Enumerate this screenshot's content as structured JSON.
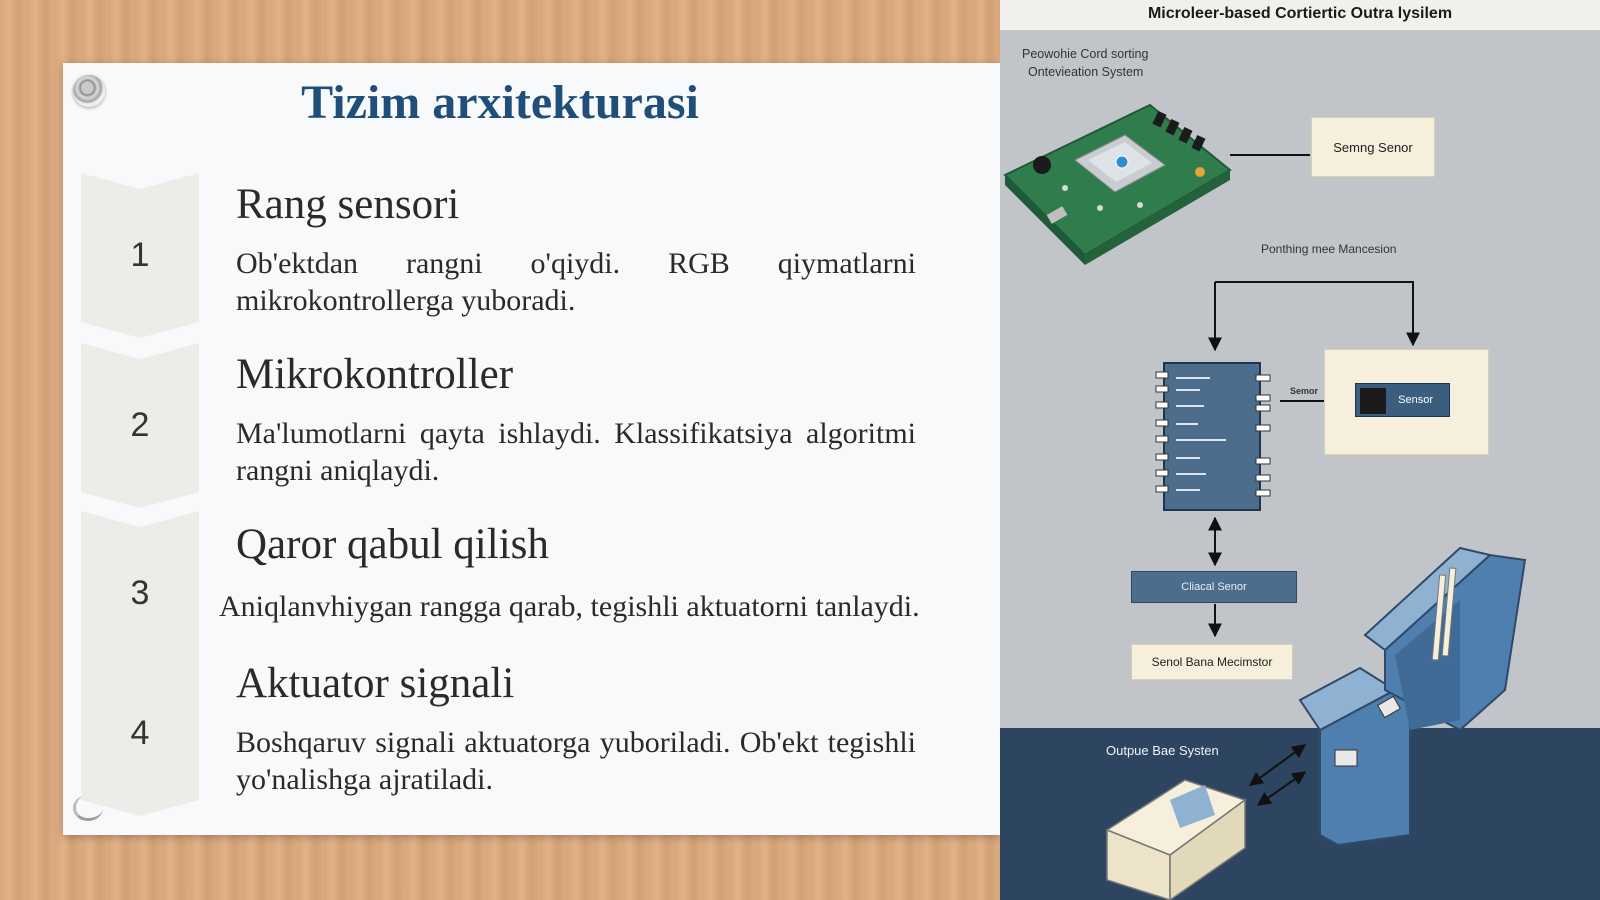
{
  "slide": {
    "title": "Tizim arxitekturasi",
    "steps": [
      {
        "number": "1",
        "heading": "Rang sensori",
        "description": "Ob'ektdan rangni o'qiydi. RGB qiymatlarni mikrokontrollerga yuboradi."
      },
      {
        "number": "2",
        "heading": "Mikrokontroller",
        "description": "Ma'lumotlarni qayta ishlaydi. Klassifikatsiya algoritmi rangni aniqlaydi."
      },
      {
        "number": "3",
        "heading": "Qaror qabul qilish",
        "description": "Aniqlanvhiygan rangga qarab, tegishli aktuatorni tanlaydi."
      },
      {
        "number": "4",
        "heading": "Aktuator signali",
        "description": "Boshqaruv signali aktuatorga yuboriladi. Ob'ekt tegishli yo'nalishga ajratiladi."
      }
    ]
  },
  "diagram": {
    "title": "Microleer-based Cortiertic Outra lysilem",
    "subtitle_line1": "Peowohie Cord sorting",
    "subtitle_line2": "Onteviеation System",
    "sensing_box": "Semng Senor",
    "processing_label": "Ponthing mee Mancesion",
    "sensor_arrow_label": "Semor",
    "sensor_chip": "Sensor",
    "control_bar": "Cliacal Senor",
    "output_box": "Senol Bana Mecimstor",
    "output_system_label": "Outpue Bae Systen"
  },
  "colors": {
    "title": "#1f4e79",
    "pcb": "#2f7d4c",
    "bins": "#4f7fae",
    "band": "#2d4560"
  }
}
